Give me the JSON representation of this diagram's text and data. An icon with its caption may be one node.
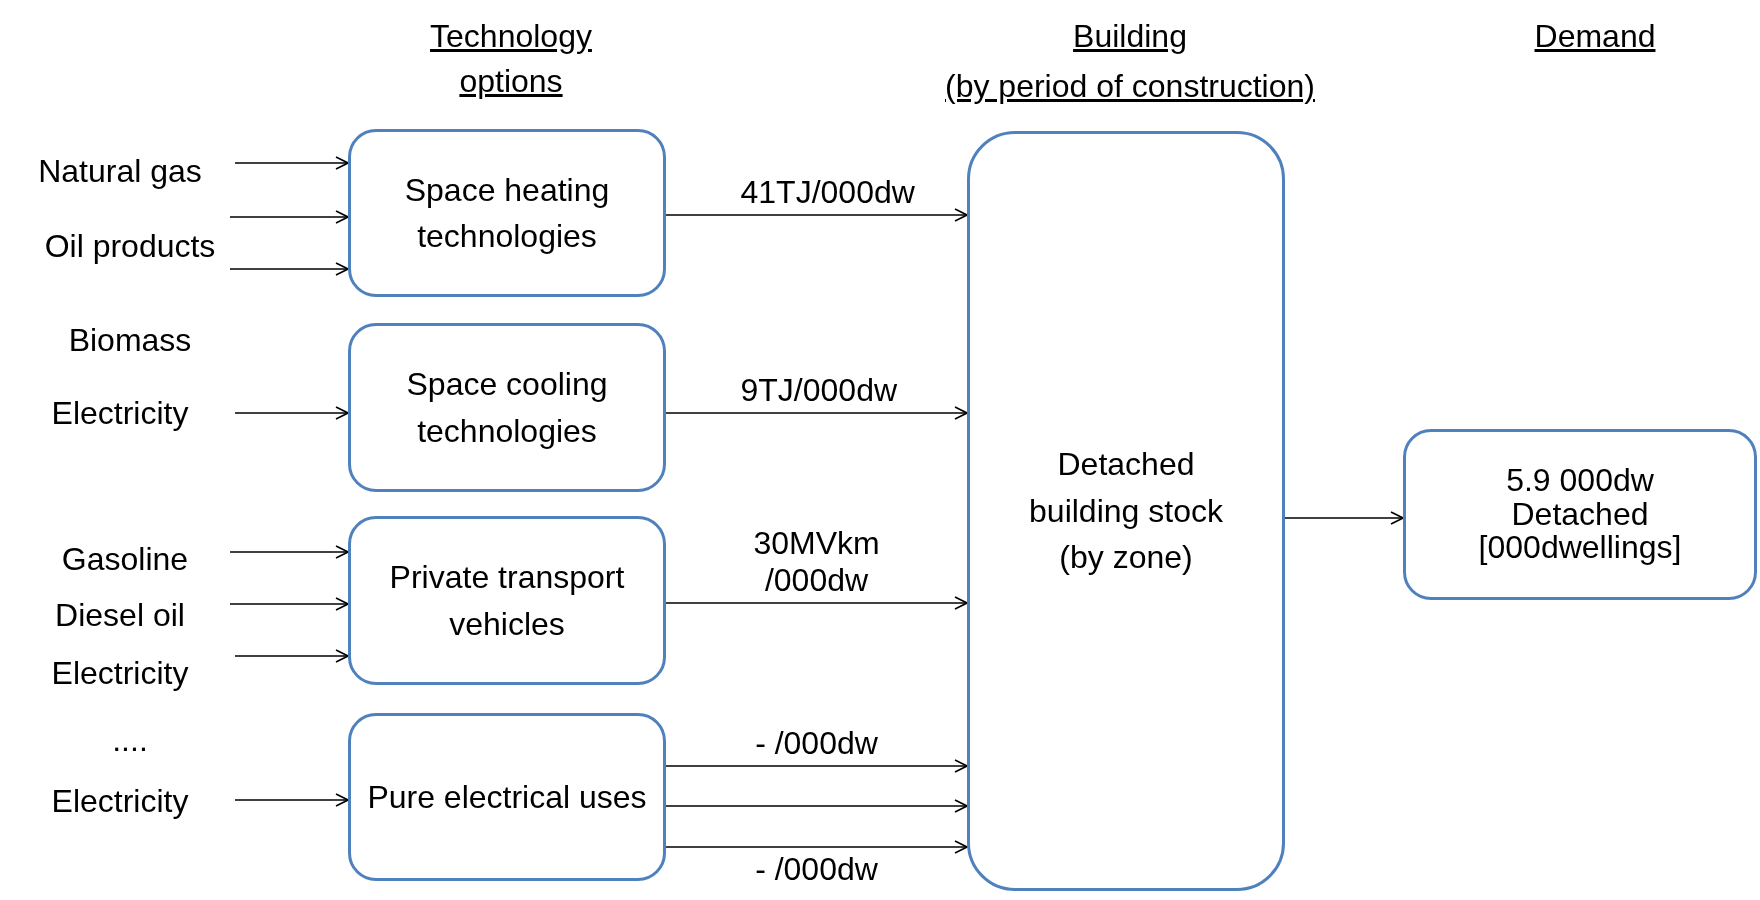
{
  "diagram": {
    "nodes": [
      {
        "text": [
          "Natural gas"
        ]
      },
      {
        "text": [
          "Oil products"
        ]
      },
      {
        "text": [
          "Electricity"
        ]
      },
      {
        "text": [
          "Gasoline"
        ]
      },
      {
        "text": [
          "Diesel oil"
        ]
      },
      {
        "text": [
          "Electricity"
        ]
      },
      {
        "text": [
          "Electricity"
        ]
      },
      {
        "text": [
          "Space heating technologies"
        ]
      },
      {
        "text": [
          "Space cooling technologies"
        ]
      },
      {
        "text": [
          "Private transport vehicles"
        ]
      },
      {
        "text": [
          "Pure electrical uses"
        ]
      },
      {
        "text": [
          "Detached building stock (by zone)"
        ]
      },
      {
        "text": [
          "5.9 000dw",
          "Detached [000dwellings]"
        ]
      }
    ],
    "edges": [
      {
        "from": 0,
        "to": 7,
        "arrow": "to"
      },
      {
        "from": 1,
        "to": 7,
        "arrow": "to"
      },
      {
        "from": 1,
        "to": 7,
        "arrow": "to"
      },
      {
        "from": 2,
        "to": 8,
        "arrow": "to"
      },
      {
        "from": 3,
        "to": 9,
        "arrow": "to"
      },
      {
        "from": 4,
        "to": 9,
        "arrow": "to"
      },
      {
        "from": 5,
        "to": 9,
        "arrow": "to"
      },
      {
        "from": 6,
        "to": 10,
        "arrow": "to"
      },
      {
        "from": 7,
        "to": 11,
        "arrow": "to",
        "label": "41TJ/000dw"
      },
      {
        "from": 8,
        "to": 11,
        "arrow": "to",
        "label": "9TJ/000dw"
      },
      {
        "from": 9,
        "to": 11,
        "arrow": "to",
        "label": "30MVkm /000dw"
      },
      {
        "from": 10,
        "to": 11,
        "arrow": "to",
        "label": "- /000dw"
      },
      {
        "from": 10,
        "to": 11,
        "arrow": "to"
      },
      {
        "from": 10,
        "to": 11,
        "arrow": "to",
        "label": "- /000dw"
      },
      {
        "from": 11,
        "to": 12,
        "arrow": "to"
      }
    ],
    "labels": [
      "Technology options",
      "Building",
      "(by period of construction)",
      "Demand",
      "Biomass",
      "...."
    ]
  }
}
